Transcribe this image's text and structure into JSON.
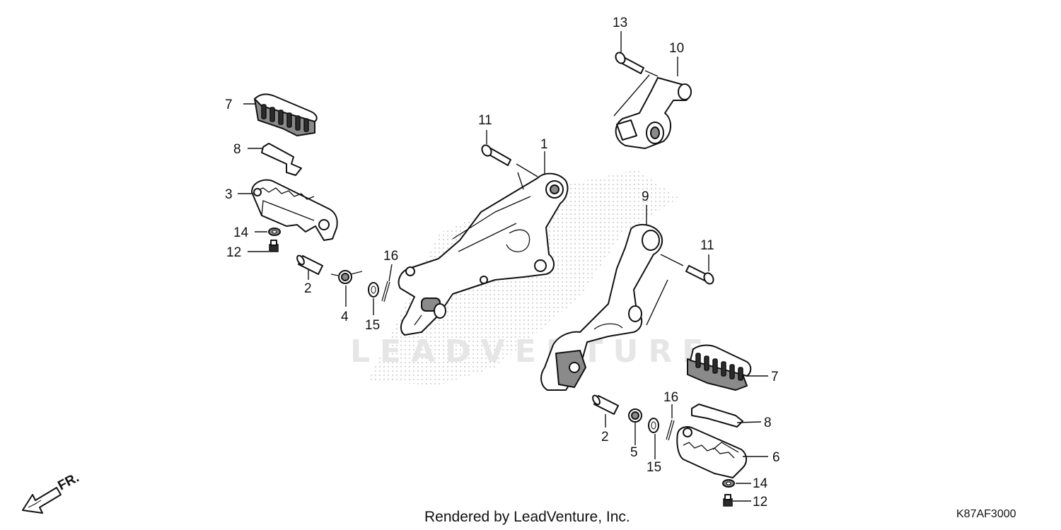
{
  "watermark": {
    "text": "LEADVENTURE"
  },
  "footer": {
    "rendered_by": "Rendered by LeadVenture, Inc.",
    "diagram_code": "K87AF3000"
  },
  "direction": {
    "label": "FR."
  },
  "callouts": {
    "c1": "1",
    "c2a": "2",
    "c2b": "2",
    "c3": "3",
    "c4": "4",
    "c5": "5",
    "c6": "6",
    "c7a": "7",
    "c7b": "7",
    "c8a": "8",
    "c8b": "8",
    "c9": "9",
    "c10": "10",
    "c11a": "11",
    "c11b": "11",
    "c12a": "12",
    "c12b": "12",
    "c13": "13",
    "c14a": "14",
    "c14b": "14",
    "c15a": "15",
    "c15b": "15",
    "c16a": "16",
    "c16b": "16"
  }
}
